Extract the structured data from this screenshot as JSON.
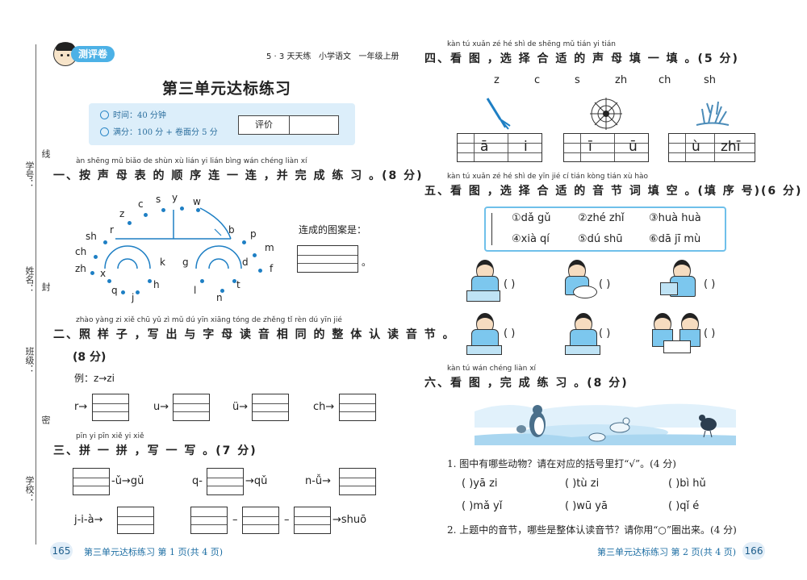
{
  "header": {
    "badge": "测评卷",
    "series": "5 · 3 天天练",
    "subject": "小学语文",
    "grade": "一年级上册"
  },
  "title": "第三单元达标练习",
  "info": {
    "time": "时间：40 分钟",
    "score": "满分：100 分 + 卷面分 5 分",
    "eval": "评价"
  },
  "margin": {
    "xuehao": "学号：",
    "xingming": "姓名：",
    "banji": "班级：",
    "xuexiao": "学校：",
    "xian": "线",
    "feng": "封",
    "mi": "密"
  },
  "q1": {
    "pinyin": "àn shēng mǔ biǎo de shùn xù lián yi lián  bìng wán chéng liàn xí",
    "title": "一、按 声 母 表 的 顺 序 连 一 连 ，并 完 成 练 习 。(8 分)",
    "letters": [
      "y",
      "s",
      "w",
      "c",
      "z",
      "r",
      "b",
      "sh",
      "p",
      "m",
      "ch",
      "k",
      "g",
      "d",
      "zh",
      "f",
      "x",
      "h",
      "t",
      "q",
      "j",
      "l",
      "n"
    ],
    "answer_label": "连成的图案是："
  },
  "q2": {
    "pinyin": "zhào yàng zi    xiě chū yǔ  zì  mǔ  dú  yīn xiāng tóng de zhěng  tǐ  rèn  dú  yīn jié",
    "title": "二、照 样 子 ，写 出 与 字 母 读 音 相 同 的 整 体 认 读 音 节 。",
    "score": "(8 分)",
    "example": "例：z→zi",
    "items": [
      "r",
      "u",
      "ü",
      "ch"
    ]
  },
  "q3": {
    "pinyin": "pīn yi pīn    xiě yi xiě",
    "title": "三、拼 一 拼 ，写 一 写 。(7 分)",
    "items": [
      "-ǔ→gǔ",
      "q-",
      "→qǔ",
      "n-ǚ→",
      "j-i-à→",
      "→shuō"
    ]
  },
  "q4": {
    "pinyin": "kàn tú   xuǎn zé  hé  shì de shēng mǔ tián yi tián",
    "title": "四、看 图 ，选 择 合 适 的 声 母 填 一 填 。(5 分)",
    "initials": [
      "z",
      "c",
      "s",
      "zh",
      "ch",
      "sh"
    ],
    "boxes": [
      [
        "ā",
        "i"
      ],
      [
        "ī",
        "ū"
      ],
      [
        "ù",
        "zhī"
      ]
    ]
  },
  "q5": {
    "pinyin": "kàn tú   xuǎn zé  hé  shì de yīn jié  cí tián kòng        tián xù hào",
    "title": "五、看 图 ，选 择 合 适 的 音 节 词 填 空 。(填 序 号)(6 分)",
    "options": [
      "①dǎ gǔ",
      "②zhé zhǐ",
      "③huà huà",
      "④xià qí",
      "⑤dú shū",
      "⑥dā jī mù"
    ],
    "blank": "(      )"
  },
  "q6": {
    "pinyin": "kàn tú    wán chéng liàn xí",
    "title": "六、看 图 ，完 成 练 习 。(8 分)",
    "sub1": "1.  图中有哪些动物？请在对应的括号里打“√”。(4 分)",
    "row1": [
      "(      )yā zi",
      "(      )tù zi",
      "(      )bì hǔ"
    ],
    "row2": [
      "(      )mǎ yǐ",
      "(      )wū yā",
      "(      )qǐ é"
    ],
    "sub2": "2.  上题中的音节，哪些是整体认读音节？请你用“○”圈出来。(4 分)"
  },
  "footer": {
    "left_page": "165",
    "left_text": "第三单元达标练习    第 1 页(共 4 页)",
    "right_text": "第三单元达标练习    第 2 页(共 4 页)",
    "right_page": "166"
  }
}
